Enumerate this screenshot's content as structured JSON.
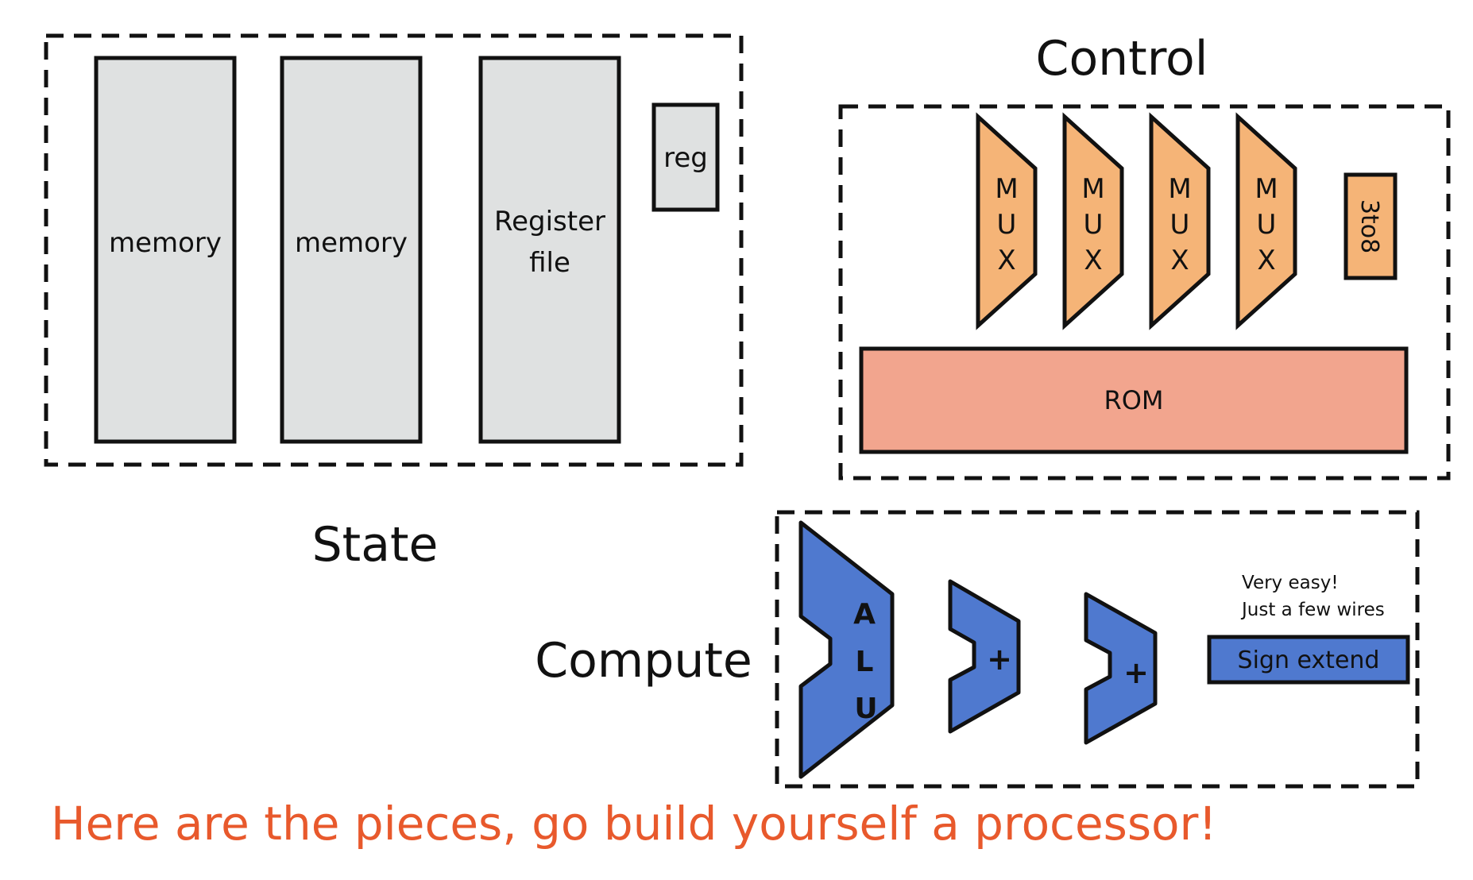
{
  "state": {
    "title": "State",
    "memory1": "memory",
    "memory2": "memory",
    "regfile_line1": "Register",
    "regfile_line2": "file",
    "reg": "reg"
  },
  "control": {
    "title": "Control",
    "mux_letters": [
      "M",
      "U",
      "X"
    ],
    "decoder": "3to8",
    "rom": "ROM"
  },
  "compute": {
    "title": "Compute",
    "alu_letters": [
      "A",
      "L",
      "U"
    ],
    "adder1": "+",
    "adder2": "+",
    "note_line1": "Very easy!",
    "note_line2": "Just a few wires",
    "sign_extend": "Sign extend"
  },
  "caption": "Here are the pieces, go build yourself a processor!",
  "colors": {
    "state_fill": "#dfe1e1",
    "mux_fill": "#f5b477",
    "rom_fill": "#f2a58e",
    "compute_fill": "#4f79cf",
    "caption": "#e8592c",
    "stroke": "#111111"
  }
}
